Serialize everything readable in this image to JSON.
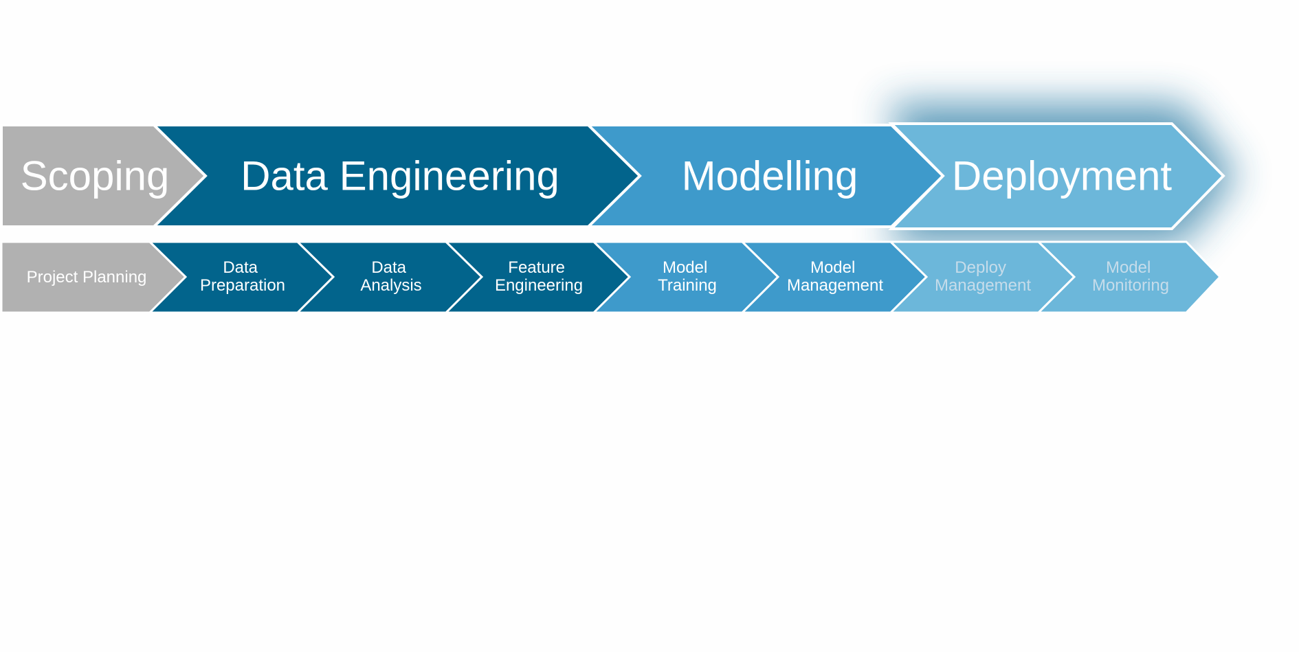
{
  "phases": [
    {
      "label": "Scoping",
      "color": "#b1b1b1"
    },
    {
      "label": "Data Engineering",
      "color": "#02648c"
    },
    {
      "label": "Modelling",
      "color": "#3e9acb"
    },
    {
      "label": "Deployment",
      "color": "#6cb7da",
      "highlighted": true
    }
  ],
  "steps": [
    {
      "lines": [
        "Project Planning"
      ],
      "color": "#b1b1b1"
    },
    {
      "lines": [
        "Data",
        "Preparation"
      ],
      "color": "#02648c"
    },
    {
      "lines": [
        "Data",
        "Analysis"
      ],
      "color": "#02648c"
    },
    {
      "lines": [
        "Feature",
        "Engineering"
      ],
      "color": "#02648c"
    },
    {
      "lines": [
        "Model",
        "Training"
      ],
      "color": "#3e9acb"
    },
    {
      "lines": [
        "Model",
        "Management"
      ],
      "color": "#3e9acb"
    },
    {
      "lines": [
        "Deploy",
        "Management"
      ],
      "color": "#6cb7da",
      "faded": true
    },
    {
      "lines": [
        "Model",
        "Monitoring"
      ],
      "color": "#6cb7da",
      "faded": true
    }
  ],
  "colors": {
    "highlight_glow": "#2f7ea6",
    "border": "#ffffff"
  }
}
